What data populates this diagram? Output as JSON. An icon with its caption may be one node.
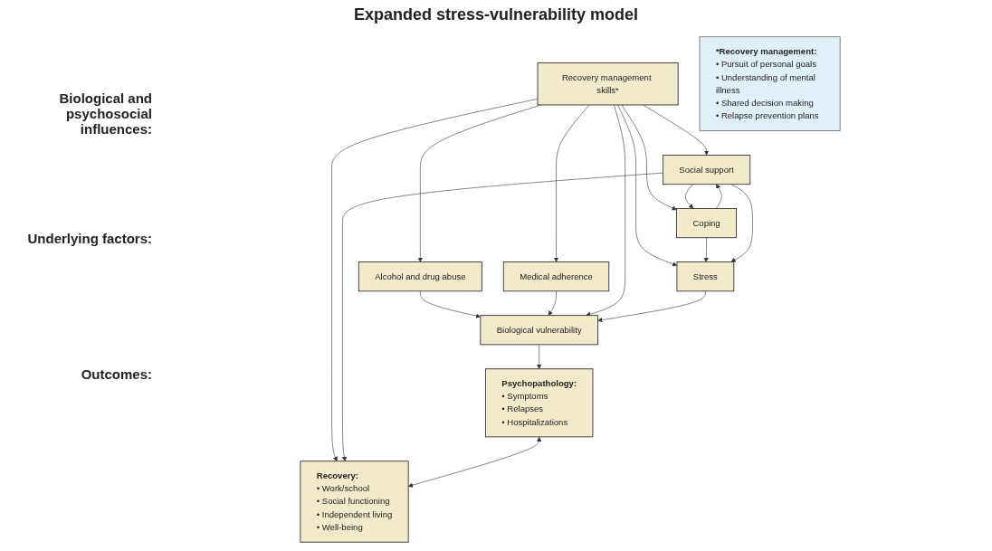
{
  "diagram": {
    "title": "Expanded stress-vulnerability model",
    "nodes": [
      {
        "text": [
          "Alcohol and drug abuse"
        ]
      },
      {
        "text": [
          "Medical adherence"
        ]
      },
      {
        "text": [
          "Recovery management skills*"
        ]
      },
      {
        "text": [
          "Coping"
        ]
      },
      {
        "text": [
          "Social support"
        ]
      },
      {
        "text": [
          "Biological vulnerability"
        ]
      },
      {
        "text": [
          "Stress"
        ]
      },
      {
        "text": [
          "Psychopathology:",
          "• Symptoms",
          "• Relapses",
          "• Hospitalizations"
        ]
      },
      {
        "text": [
          "Recovery:",
          "• Work/school",
          "• Social functioning",
          "• Independent living",
          "• Well-being"
        ]
      },
      {
        "text": [
          "*Recovery management:",
          "• Pursuit of personal goals",
          "• Understanding of mental illness",
          "• Shared decision making",
          "• Relapse prevention plans"
        ]
      }
    ],
    "edges": [
      {
        "from": 2,
        "to": 0,
        "arrow": "to"
      },
      {
        "from": 2,
        "to": 4,
        "arrow": "to"
      },
      {
        "from": 2,
        "to": 1,
        "arrow": "to"
      },
      {
        "from": 2,
        "to": 3,
        "arrow": "to"
      },
      {
        "from": 3,
        "to": 4,
        "arrow": "to"
      },
      {
        "from": 4,
        "to": 3,
        "arrow": "to"
      },
      {
        "from": 0,
        "to": 5,
        "arrow": "to"
      },
      {
        "from": 1,
        "to": 5,
        "arrow": "to"
      },
      {
        "from": 2,
        "to": 5,
        "arrow": "to"
      },
      {
        "from": 2,
        "to": 6,
        "arrow": "to"
      },
      {
        "from": 3,
        "to": 6,
        "arrow": "to"
      },
      {
        "from": 4,
        "to": 6,
        "arrow": "to"
      },
      {
        "from": 6,
        "to": 5,
        "arrow": "to"
      },
      {
        "from": 5,
        "to": 7,
        "arrow": "to"
      },
      {
        "from": 2,
        "to": 8,
        "arrow": "to"
      },
      {
        "from": 4,
        "to": 8,
        "arrow": "to"
      },
      {
        "from": 7,
        "to": 8,
        "arrow": "both"
      }
    ],
    "labels": [
      "Biological and psychosocial influences:",
      "Underlying factors:",
      "Outcomes:"
    ]
  }
}
